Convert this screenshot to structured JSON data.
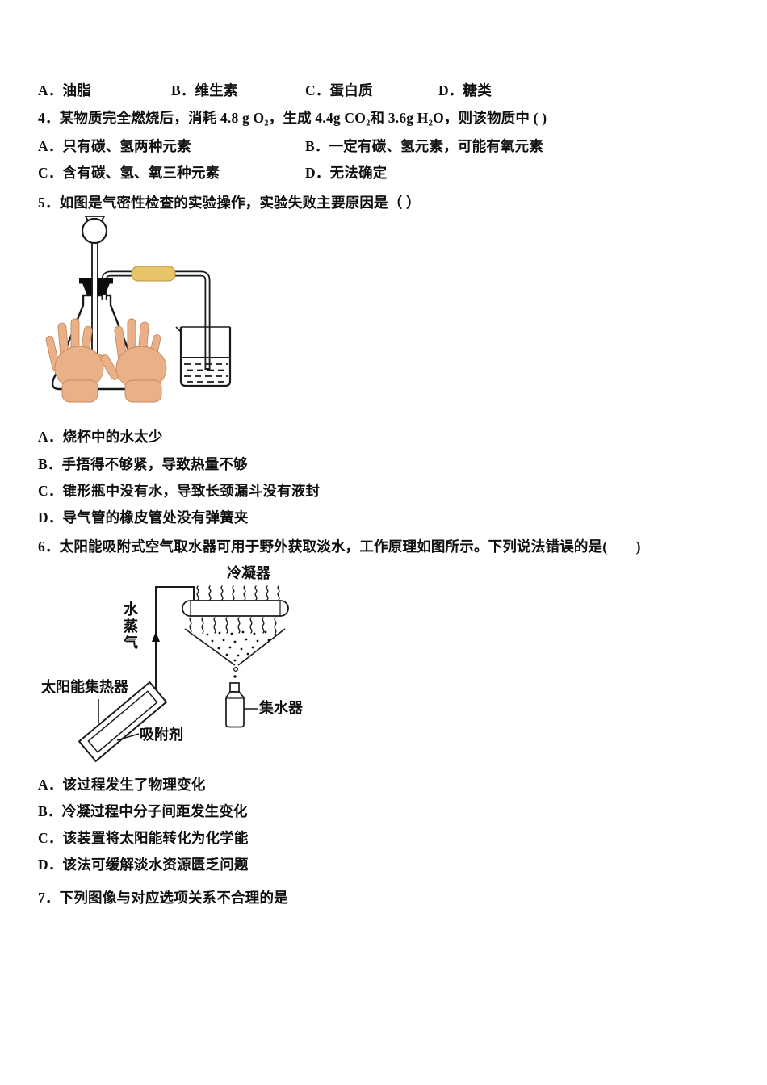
{
  "page": {
    "background": "#ffffff",
    "text_color": "#0f0f0f"
  },
  "q3_options": {
    "a": "A．油脂",
    "b": "B．维生素",
    "c": "C．蛋白质",
    "d": "D．糖类"
  },
  "q4": {
    "stem": "4．某物质完全燃烧后，消耗 4.8 g O₂，生成 4.4g CO₂和 3.6g H₂O，则该物质中 ( )",
    "a": "A．只有碳、氢两种元素",
    "b": "B．一定有碳、氢元素，可能有氧元素",
    "c": "C．含有碳、氢、氧三种元素",
    "d": "D．无法确定"
  },
  "q5": {
    "stem": "5．如图是气密性检查的实验操作，实验失败主要原因是（ ）",
    "a": "A．烧杯中的水太少",
    "b": "B．手捂得不够紧，导致热量不够",
    "c": "C．锥形瓶中没有水，导致长颈漏斗没有液封",
    "d": "D．导气管的橡皮管处没有弹簧夹"
  },
  "q6": {
    "stem": "6．太阳能吸附式空气取水器可用于野外获取淡水，工作原理如图所示。下列说法错误的是(　　)",
    "a": "A．该过程发生了物理变化",
    "b": "B．冷凝过程中分子间距发生变化",
    "c": "C．该装置将太阳能转化为化学能",
    "d": "D．该法可缓解淡水资源匮乏问题",
    "labels": {
      "condenser": "冷凝器",
      "vapor": "水蒸气",
      "solar_collector": "太阳能集热器",
      "adsorbent": "吸附剂",
      "water_collector": "集水器"
    }
  },
  "q7": {
    "stem": "7．下列图像与对应选项关系不合理的是"
  },
  "diagram_colors": {
    "rubber_tube": "#e8c469",
    "skin": "#eab189",
    "skin_shadow": "#c9875d",
    "ink": "#1a1a1a"
  }
}
